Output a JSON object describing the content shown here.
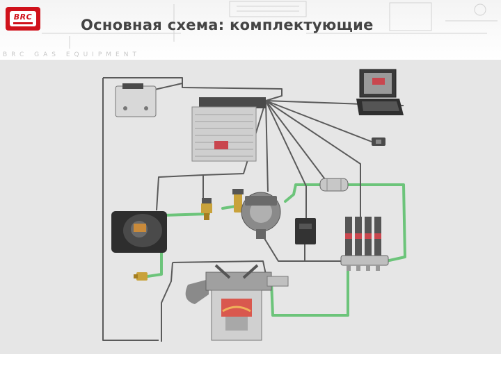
{
  "header": {
    "logo_text": "BRC",
    "title": "Основная схема: комплектующие",
    "subtitle": "BRC GAS EQUIPMENT"
  },
  "colors": {
    "logo_red": "#d0121b",
    "gas_line": "#6cc47a",
    "wire": "#5a5a5a",
    "panel_bg": "#e6e6e6"
  },
  "diagram": {
    "components": [
      "laptop-icon",
      "ecu-icon",
      "sensor-icon",
      "filter-icon",
      "reducer-icon",
      "solenoid-valve-icon",
      "tank-icon",
      "refill-valve-icon",
      "injector-rail-icon",
      "map-sensor-icon",
      "engine-icon",
      "switch-icon",
      "temp-sensor-icon"
    ]
  }
}
